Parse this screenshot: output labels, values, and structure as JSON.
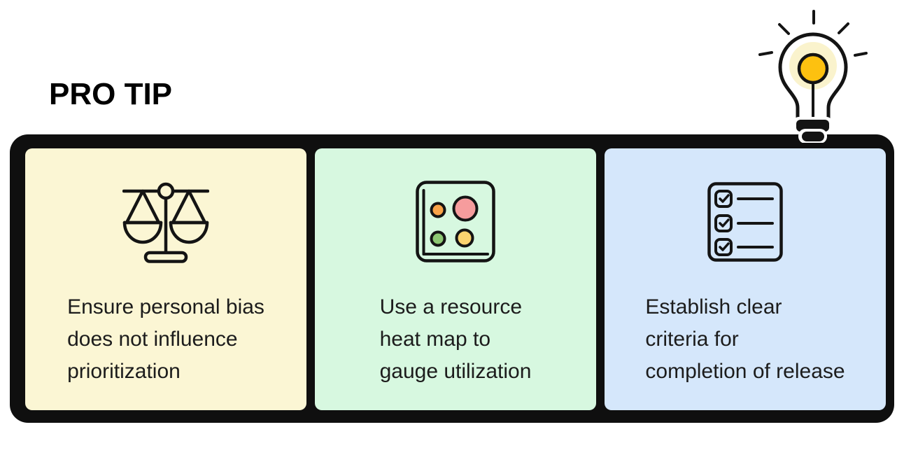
{
  "page": {
    "background": "#FFFFFF"
  },
  "header": {
    "title": "PRO TIP",
    "title_color": "#000000"
  },
  "lightbulb": {
    "icon": "lightbulb-idea-icon",
    "outline": "#141414",
    "bulb_fill": "#FFFFFF",
    "glow_fill": "#FAF3CD",
    "core_fill": "#FDC110"
  },
  "panel": {
    "background": "#0F0F0F",
    "text_color": "#1C1C1C",
    "cards": [
      {
        "icon": "balance-scale-icon",
        "background": "#FBF6D4",
        "lines": [
          "Ensure personal bias",
          "does not influence",
          "prioritization"
        ]
      },
      {
        "icon": "heat-map-icon",
        "background": "#D7F8E0",
        "dots": {
          "orange": "#F9A348",
          "pink": "#F69C9D",
          "green": "#8DC873",
          "yellow": "#FBD36F"
        },
        "lines": [
          "Use a resource",
          "heat map to",
          "gauge utilization"
        ]
      },
      {
        "icon": "checklist-icon",
        "background": "#D5E7FB",
        "lines": [
          "Establish clear",
          "criteria for",
          "completion of release"
        ]
      }
    ]
  }
}
